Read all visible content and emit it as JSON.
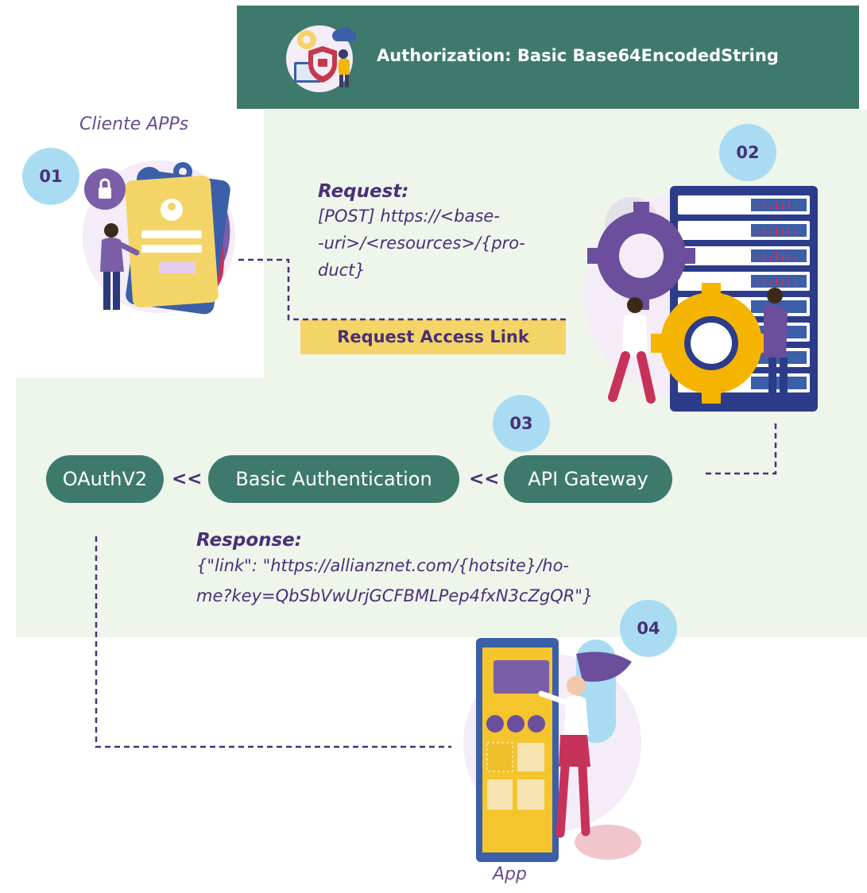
{
  "header": {
    "title": "Authorization: Basic Base64EncodedString"
  },
  "client": {
    "label": "Cliente APPs"
  },
  "app": {
    "label": "App"
  },
  "badges": [
    "01",
    "02",
    "03",
    "04"
  ],
  "request": {
    "title": "Request:",
    "lines": [
      "[POST] https://<base-",
      "-uri>/<resources>/{pro-",
      "duct}"
    ]
  },
  "access_link": {
    "label": "Request Access Link"
  },
  "flow": {
    "nodes": [
      "OAuthV2",
      "Basic Authentication",
      "API Gateway"
    ],
    "separator": "<<"
  },
  "response": {
    "title": "Response:",
    "lines": [
      "{\"link\": \"https://allianznet.com/{hotsite}/ho-",
      "me?key=QbSbVwUrjGCFBMLPep4fxN3cZgQR\"}"
    ]
  },
  "colors": {
    "header_bg": "#3e7a6c",
    "panel_bg": "#eef5ea",
    "badge_bg": "#a9dcf2",
    "accent_purple": "#4a2f7a",
    "highlight_yellow": "#f5d467"
  },
  "icons": [
    "security-shield-icon",
    "phone-login-illustration",
    "server-gears-illustration",
    "app-user-illustration"
  ]
}
